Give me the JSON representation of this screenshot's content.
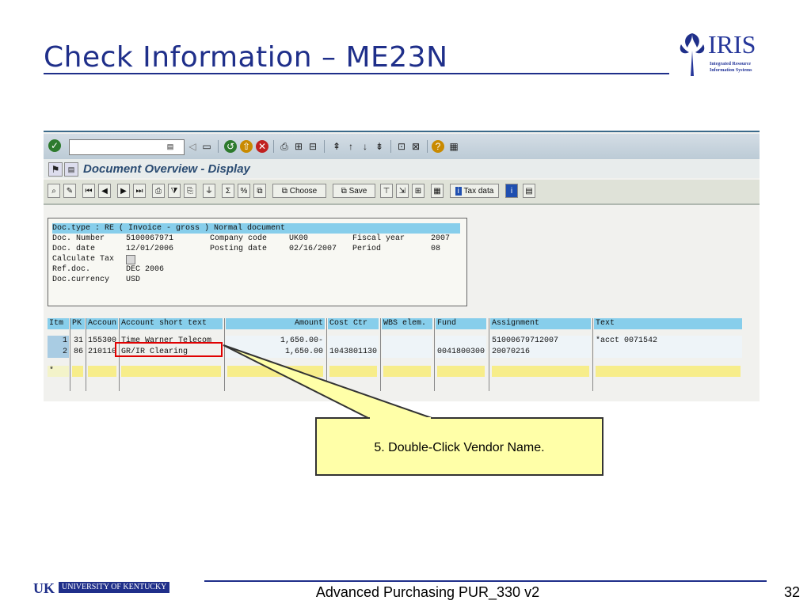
{
  "slide": {
    "title": "Check Information – ME23N",
    "footer_text": "Advanced Purchasing PUR_330 v2",
    "page_number": "32",
    "logo_iris": "IRIS",
    "logo_iris_sub1": "Integrated Resource",
    "logo_iris_sub2": "Information Systems",
    "logo_uk": "UK",
    "logo_uk_name": "UNIVERSITY OF KENTUCKY"
  },
  "sap": {
    "window_title": "Document Overview - Display",
    "command_field": "",
    "toolbar2_buttons": {
      "choose": "Choose",
      "save": "Save",
      "tax_data": "Tax data"
    },
    "header": {
      "doc_type_line": "Doc.type : RE ( Invoice - gross ) Normal document",
      "doc_number_label": "Doc. Number",
      "doc_number": "5100067971",
      "company_code_label": "Company code",
      "company_code": "UK00",
      "fiscal_year_label": "Fiscal year",
      "fiscal_year": "2007",
      "doc_date_label": "Doc. date",
      "doc_date": "12/01/2006",
      "posting_date_label": "Posting date",
      "posting_date": "02/16/2007",
      "period_label": "Period",
      "period": "08",
      "calc_tax_label": "Calculate Tax",
      "ref_doc_label": "Ref.doc.",
      "ref_doc": "DEC 2006",
      "currency_label": "Doc.currency",
      "currency": "USD"
    },
    "table": {
      "columns": [
        "Itm",
        "PK",
        "Accoun",
        "Account short text",
        "Amount",
        "Cost Ctr",
        "WBS elem.",
        "Fund",
        "Assignment",
        "Text"
      ],
      "rows": [
        [
          "1",
          "31",
          "155300",
          "Time Warner Telecom",
          "1,650.00-",
          "",
          "",
          "",
          "51000679712007",
          "*acct 0071542"
        ],
        [
          "2",
          "86",
          "210110",
          "GR/IR Clearing",
          "1,650.00",
          "1043801130",
          "",
          "0041800300",
          "20070216",
          ""
        ]
      ],
      "new_row_marker": "*"
    }
  },
  "callout": {
    "text": "5. Double-Click Vendor Name."
  },
  "colors": {
    "title_blue": "#1f2f8a",
    "highlight_blue": "#87ceeb",
    "callout_yellow": "#ffffa8",
    "highlight_red": "#e00000"
  }
}
